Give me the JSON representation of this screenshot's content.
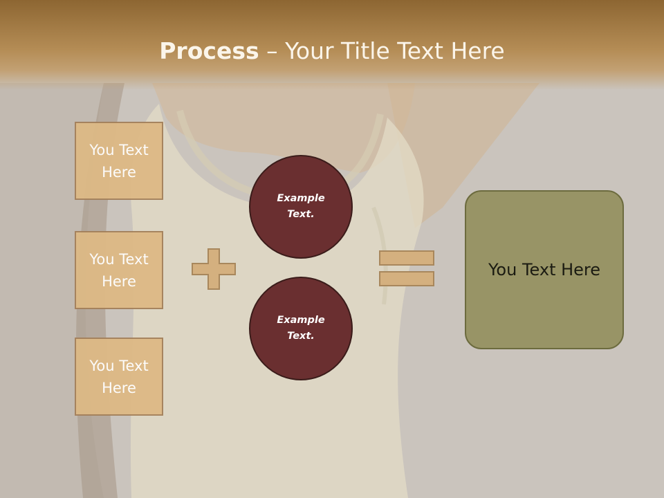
{
  "title": {
    "bold": "Process",
    "rest": " – Your Title Text Here"
  },
  "left_boxes": [
    {
      "text": "You Text Here"
    },
    {
      "text": "You Text Here"
    },
    {
      "text": "You Text Here"
    }
  ],
  "circles": [
    {
      "text": "Example Text."
    },
    {
      "text": "Example Text."
    }
  ],
  "result": {
    "text": "You Text Here"
  },
  "colors": {
    "header": "#b48c55",
    "tan_box": "#ddb985",
    "circle": "#6a2f30",
    "result_box": "#989466",
    "operator": "#d4b07f"
  }
}
